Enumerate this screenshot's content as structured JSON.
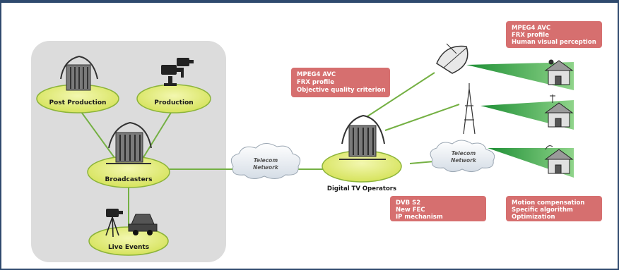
{
  "nodes": {
    "post_production": "Post Production",
    "production": "Production",
    "broadcasters": "Broadcasters",
    "live_events": "Live Events",
    "digital_tv_operators": "Digital TV Operators"
  },
  "networks": {
    "left": [
      "Telecom",
      "Network"
    ],
    "right": [
      "Telecom",
      "Network"
    ]
  },
  "boxes": {
    "operator_top": [
      "MPEG4 AVC",
      "FRX profile",
      "Objective quality criterion"
    ],
    "operator_bottom": [
      "DVB S2",
      "New FEC",
      "IP mechanism"
    ],
    "top_right": [
      "MPEG4 AVC",
      "FRX profile",
      "Human visual perception"
    ],
    "bottom_right": [
      "Motion compensation",
      "Specific algorithm",
      "Optimization"
    ]
  },
  "colors": {
    "frame": "#2f4a6e",
    "panel": "#dcdcdc",
    "ellipse": "#e4ee7a",
    "ellipse_stroke": "#8cb43a",
    "link": "#74b043",
    "beam": "#3aa84a",
    "box": "#d66f6f"
  }
}
